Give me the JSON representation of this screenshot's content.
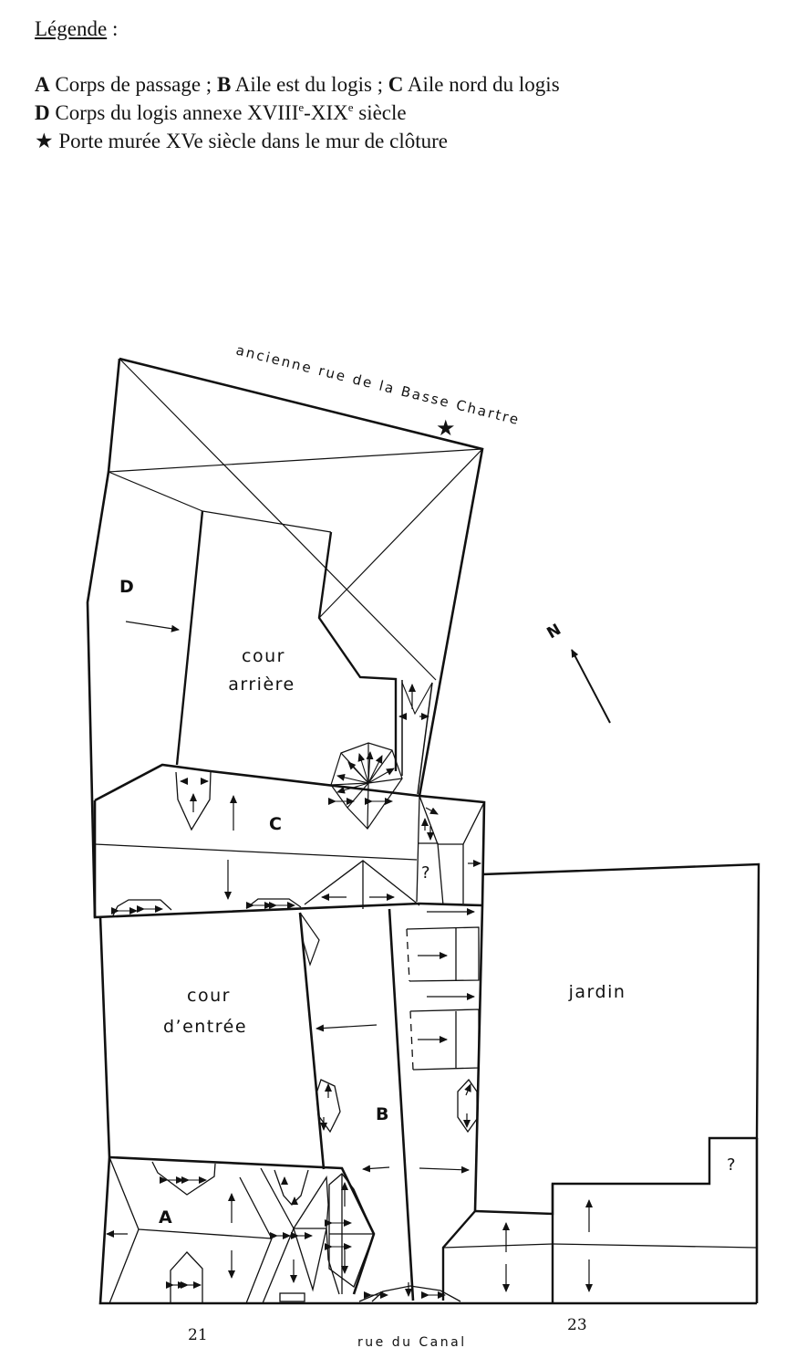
{
  "legend": {
    "title": "Légende",
    "title_suffix": " :",
    "line1": {
      "a_key": "A",
      "a_text": " Corps de passage ; ",
      "b_key": "B",
      "b_text": " Aile est du logis ; ",
      "c_key": "C",
      "c_text": " Aile nord du logis"
    },
    "line2": {
      "d_key": "D",
      "d_text": " Corps du logis annexe XVIII",
      "sup1": "e",
      "mid": "-XIX",
      "sup2": "e",
      "end": " siècle"
    },
    "line3": {
      "star": "★",
      "text": " Porte murée XVe siècle dans le mur de clôture"
    }
  },
  "plan": {
    "street_north": "ancienne rue de la Basse Chartre",
    "street_south": "rue du Canal",
    "north_label": "N",
    "star_symbol": "★",
    "labels": {
      "a": "A",
      "b": "B",
      "c": "C",
      "d": "D",
      "cour_arriere_1": "cour",
      "cour_arriere_2": "arrière",
      "cour_entree_1": "cour",
      "cour_entree_2": "d’entrée",
      "jardin": "jardin",
      "question_1": "?",
      "question_2": "?"
    },
    "house_numbers": {
      "left": "21",
      "right": "23"
    }
  }
}
